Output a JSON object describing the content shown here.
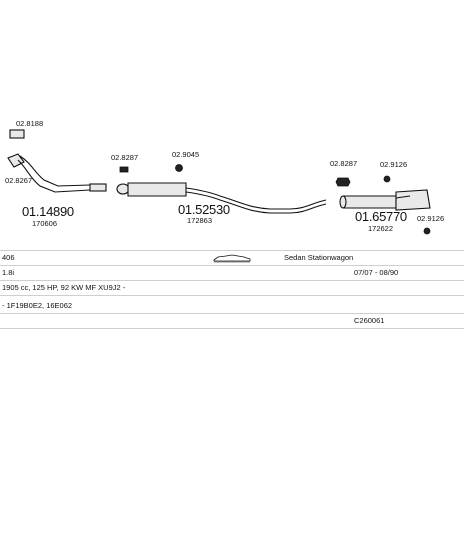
{
  "parts": {
    "clip_top": "02.8188",
    "clip_left": "02.8267",
    "pipe1_code": "01.14890",
    "pipe1_oe": "170606",
    "gasket_a": "02.8287",
    "gasket_b": "02.9045",
    "pipe2_code": "01.52530",
    "pipe2_oe": "172863",
    "gasket_c": "02.8287",
    "clamp_d": "02.9126",
    "pipe3_code": "01.65770",
    "pipe3_oe": "172622",
    "clamp_e": "02.9126"
  },
  "info": {
    "model": "406",
    "body_type": "Sedan Stationwagon",
    "engine": "1.8i",
    "period": "07/07 - 08/90",
    "spec": "1905 cc, 125 HP, 92 KW MF XU9J2 -",
    "engine_codes": "- 1F19B0E2, 16E062",
    "catalog_code": "C260061"
  }
}
